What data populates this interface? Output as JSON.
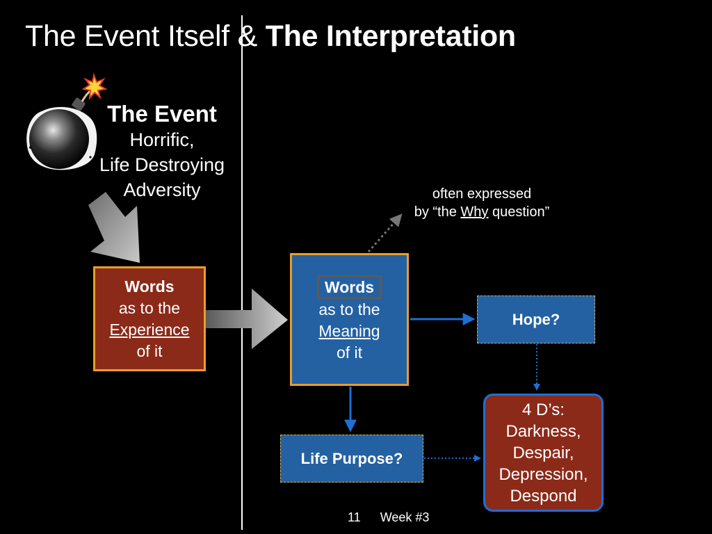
{
  "title": {
    "part1": "The Event Itself",
    "amp": "&",
    "part2": "The Interpretation"
  },
  "event": {
    "heading": "The Event",
    "lines": [
      "Horrific,",
      "Life Destroying",
      "Adversity"
    ]
  },
  "experience_box": {
    "bold": "Words",
    "line2": "as to the",
    "line3": "Experience",
    "line4": "of it"
  },
  "meaning_box": {
    "bold": "Words",
    "line2": "as to the",
    "line3": "Meaning",
    "line4": "of it"
  },
  "note": {
    "line1": "often expressed",
    "line2_pre": "by “the ",
    "line2_u": "Why",
    "line2_post": " question”"
  },
  "hope_box": {
    "label": "Hope?"
  },
  "purpose_box": {
    "label": "Life Purpose?"
  },
  "fourd_box": {
    "lines": [
      "4 D’s:",
      "Darkness,",
      "Despair,",
      "Depression,",
      "Despond"
    ]
  },
  "footer": {
    "page": "11",
    "week": "Week #3"
  },
  "colors": {
    "red_box": "#8b2a19",
    "blue_box": "#2461a3",
    "orange_border": "#e79e2c",
    "arrow_blue": "#1d6fd6"
  }
}
